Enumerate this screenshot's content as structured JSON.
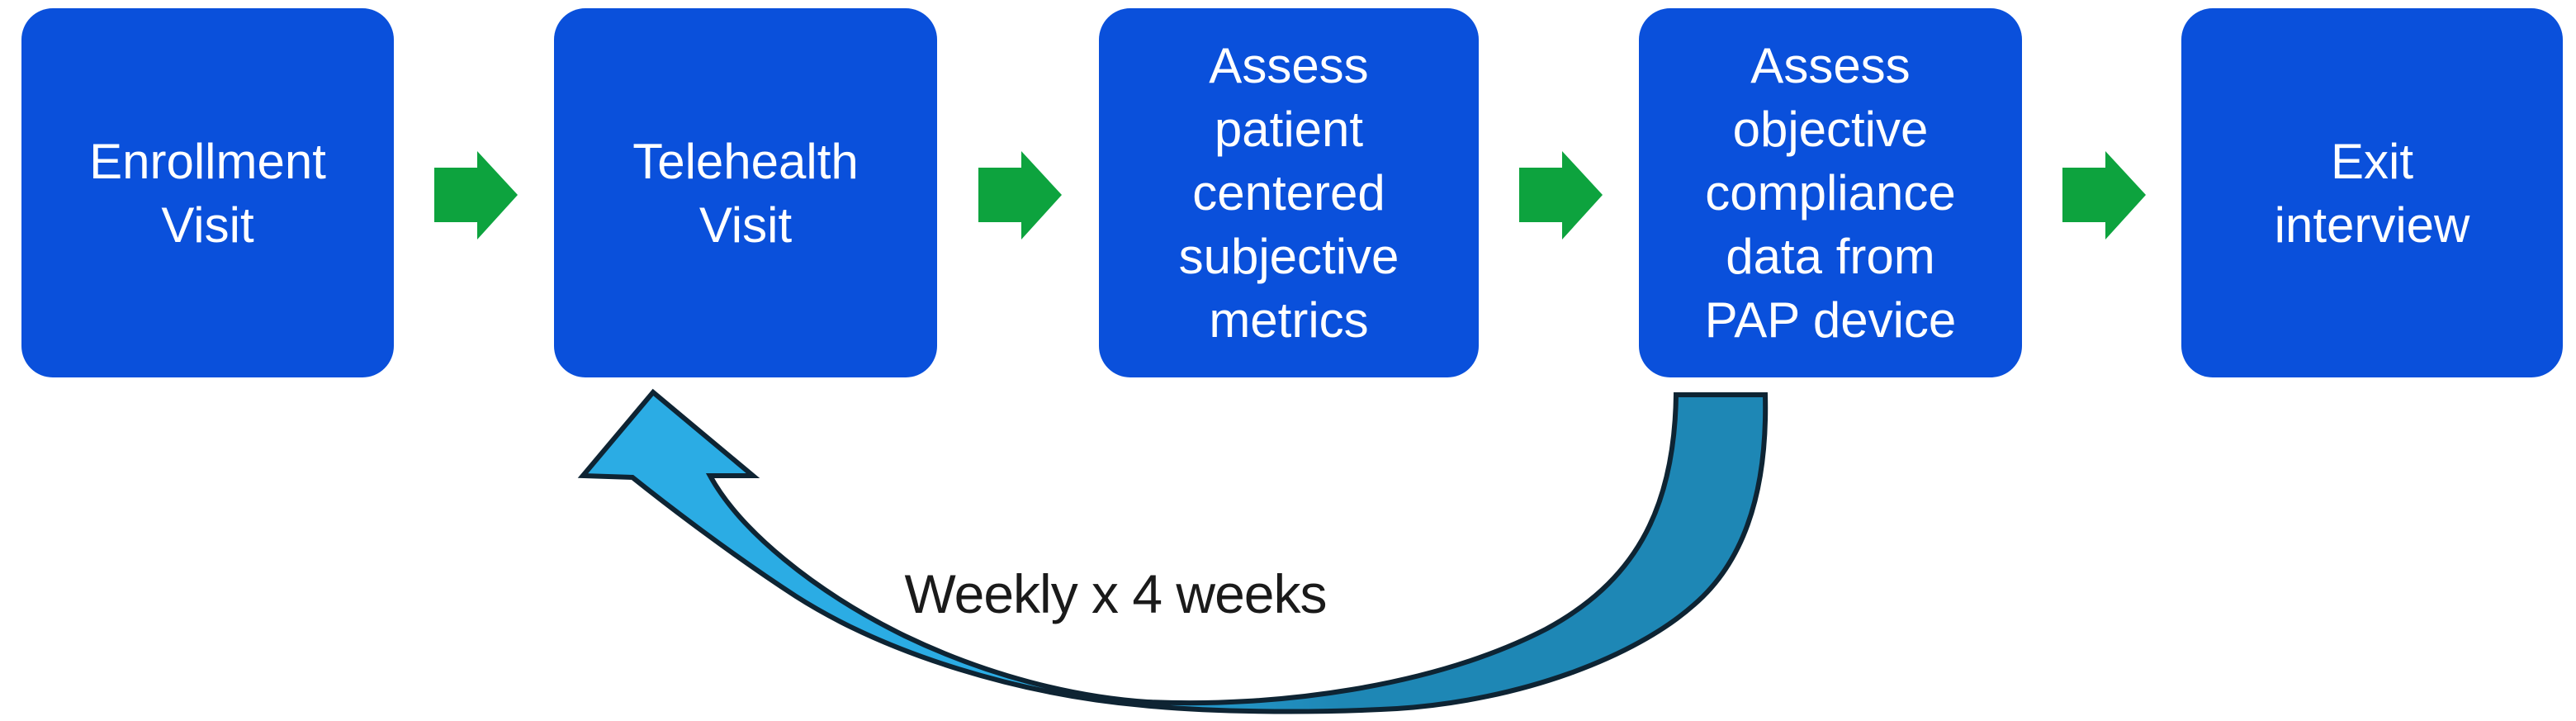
{
  "diagram": {
    "title_hint": "study workflow flowchart",
    "boxes": [
      {
        "id": "enrollment",
        "label": "Enrollment\nVisit"
      },
      {
        "id": "telehealth",
        "label": "Telehealth\nVisit"
      },
      {
        "id": "subjective-metrics",
        "label": "Assess\npatient\ncentered\nsubjective\nmetrics"
      },
      {
        "id": "objective-compliance",
        "label": "Assess\nobjective\ncompliance\ndata from\nPAP device"
      },
      {
        "id": "exit-interview",
        "label": "Exit\ninterview"
      }
    ],
    "connections": [
      {
        "from": "enrollment",
        "to": "telehealth",
        "type": "forward-arrow"
      },
      {
        "from": "telehealth",
        "to": "subjective-metrics",
        "type": "forward-arrow"
      },
      {
        "from": "subjective-metrics",
        "to": "objective-compliance",
        "type": "forward-arrow"
      },
      {
        "from": "objective-compliance",
        "to": "exit-interview",
        "type": "forward-arrow"
      },
      {
        "from": "objective-compliance",
        "to": "telehealth",
        "type": "loop-arrow",
        "label": "Weekly x 4 weeks"
      }
    ],
    "loop_label": "Weekly x 4 weeks",
    "icons": {
      "forward_arrow": "green-right-block-arrow",
      "loop_arrow": "blue-curved-return-arrow"
    },
    "colors": {
      "box_fill": "#0a50db",
      "box_text": "#ffffff",
      "forward_arrow": "#0da33e",
      "loop_arrow_light": "#2bace4",
      "loop_arrow_dark": "#1e87b5",
      "loop_arrow_outline": "#0e2433",
      "label_text": "#1a1a1a",
      "background": "#ffffff"
    }
  }
}
